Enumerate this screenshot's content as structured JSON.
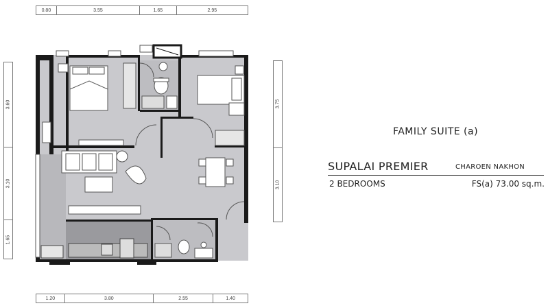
{
  "dimensions": {
    "top": [
      "0.80",
      "3.55",
      "1.65",
      "2.95"
    ],
    "bottom": [
      "1.20",
      "3.80",
      "2.55",
      "1.40"
    ],
    "left": [
      "3.60",
      "3.10",
      "1.65"
    ],
    "right": [
      "3.75",
      "3.10"
    ]
  },
  "unit": {
    "title": "FAMILY SUITE (a)",
    "project": "SUPALAI PREMIER",
    "location": "CHAROEN NAKHON",
    "bedrooms": "2 BEDROOMS",
    "area": "FS(a) 73.00 sq.m."
  },
  "colors": {
    "wall": "#1a1a1a",
    "floor": "#c9c9cd",
    "wet_area": "#9a9a9e",
    "furniture": "#ffffff",
    "line": "#333333"
  }
}
